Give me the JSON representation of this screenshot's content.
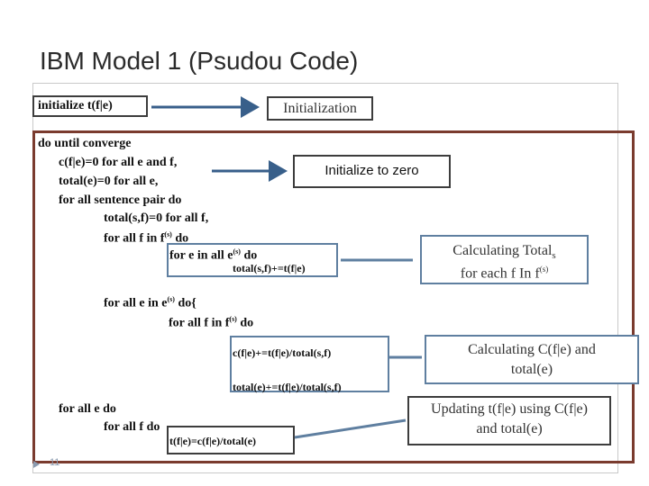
{
  "title": "IBM Model 1 (Psudou Code)",
  "code": {
    "init": "initialize t(f|e)",
    "loop": "do until converge",
    "zero_c": "c(f|e)=0 for all e and f,",
    "zero_total": "total(e)=0 for all e,",
    "for_sentence": "for all sentence pair do",
    "total_s_zero": "total(s,f)=0 for all f,",
    "for_f_prefix": "for all f in f",
    "for_f_sup": "(s)",
    "for_f_suffix": "  do",
    "for_e_prefix": "for  e in all e",
    "for_e_sup": "(s)",
    "for_e_suffix": " do",
    "total_s_update": "total(s,f)+=t(f|e)",
    "for_e2_prefix": "for all e in e",
    "for_e2_sup": "(s)",
    "for_e2_suffix": "  do{",
    "for_f2_prefix": "for all f in f",
    "for_f2_sup": "(s)",
    "for_f2_suffix": " do",
    "c_update": "c(f|e)+=t(f|e)/total(s,f)",
    "total_e_update": "total(e)+=t(f|e)/total(s,f)",
    "for_all_e": "for all e do",
    "for_all_f": "for all f do",
    "t_update": "t(f|e)=c(f|e)/total(e)"
  },
  "labels": {
    "initialization": "Initialization",
    "initialize_zero": "Initialize to zero",
    "calc_total_line1_prefix": "Calculating Total",
    "calc_total_line1_sub": "s",
    "calc_total_line2_prefix": "for each f In  f",
    "calc_total_line2_sup": "(s)",
    "calc_c_line1": "Calculating C(f|e) and",
    "calc_c_line2": "total(e)",
    "update_t_line1": "Updating t(f|e) using C(f|e)",
    "update_t_line2": "and total(e)"
  },
  "page_number": "11",
  "colors": {
    "main_box": "#7a3b2e",
    "dark_box": "#3d3d3d",
    "blue_gray_box": "#5f7fa0",
    "arrow": "#385f8a"
  }
}
